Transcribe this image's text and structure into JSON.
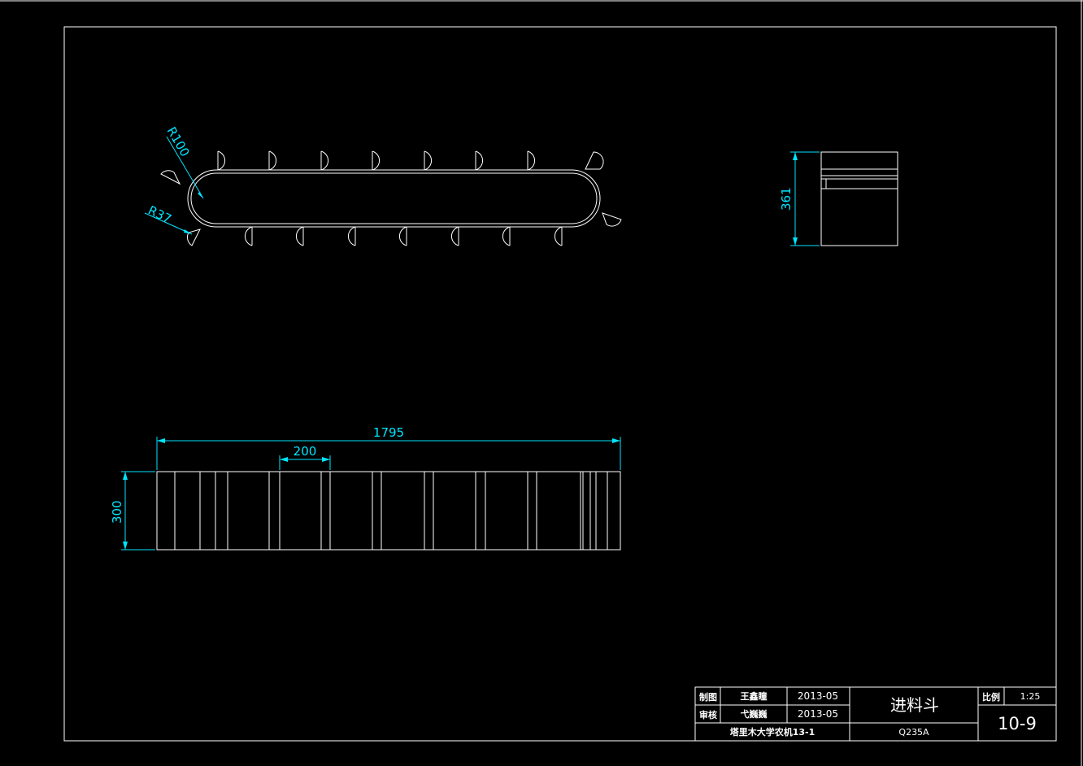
{
  "drawing": {
    "top_view": {
      "radius_outer_label": "R100",
      "radius_inner_label": "R37"
    },
    "side_view": {
      "height_label": "361"
    },
    "front_view": {
      "length_label": "1795",
      "pitch_label": "200",
      "height_label": "300"
    }
  },
  "title_block": {
    "row1": {
      "role": "制图",
      "name": "王鑫瞳",
      "date": "2013-05"
    },
    "row2": {
      "role": "审核",
      "name": "弋巍巍",
      "date": "2013-05"
    },
    "organization": "塔里木大学农机13-1",
    "part_name": "进料斗",
    "material": "Q235A",
    "scale_label": "比例",
    "scale_value": "1:25",
    "drawing_number": "10-9"
  },
  "colors": {
    "background": "#000000",
    "lines": "#ffffff",
    "dimensions": "#00e5ff"
  }
}
